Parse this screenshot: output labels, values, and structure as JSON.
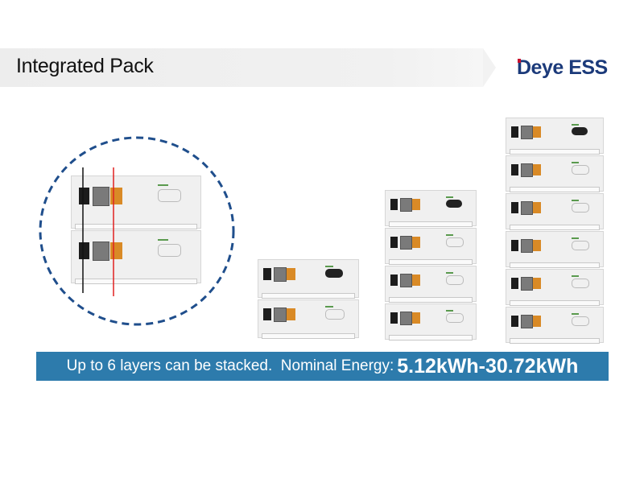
{
  "header": {
    "title": "Integrated Pack",
    "logo_text": "Deye ESS"
  },
  "banner": {
    "text": "Up to 6 layers can be stacked.  Nominal Energy:",
    "energy_range": "5.12kWh-30.72kWh"
  },
  "colors": {
    "banner_bg": "#2d7bac",
    "logo": "#1b3a7a",
    "circle": "#1f4e8c",
    "positive_wire": "#e02020"
  },
  "stacks": [
    {
      "name": "detail-stack",
      "layers": 2
    },
    {
      "name": "stack-2-layers",
      "layers": 2
    },
    {
      "name": "stack-4-layers",
      "layers": 4
    },
    {
      "name": "stack-6-layers",
      "layers": 6
    }
  ]
}
